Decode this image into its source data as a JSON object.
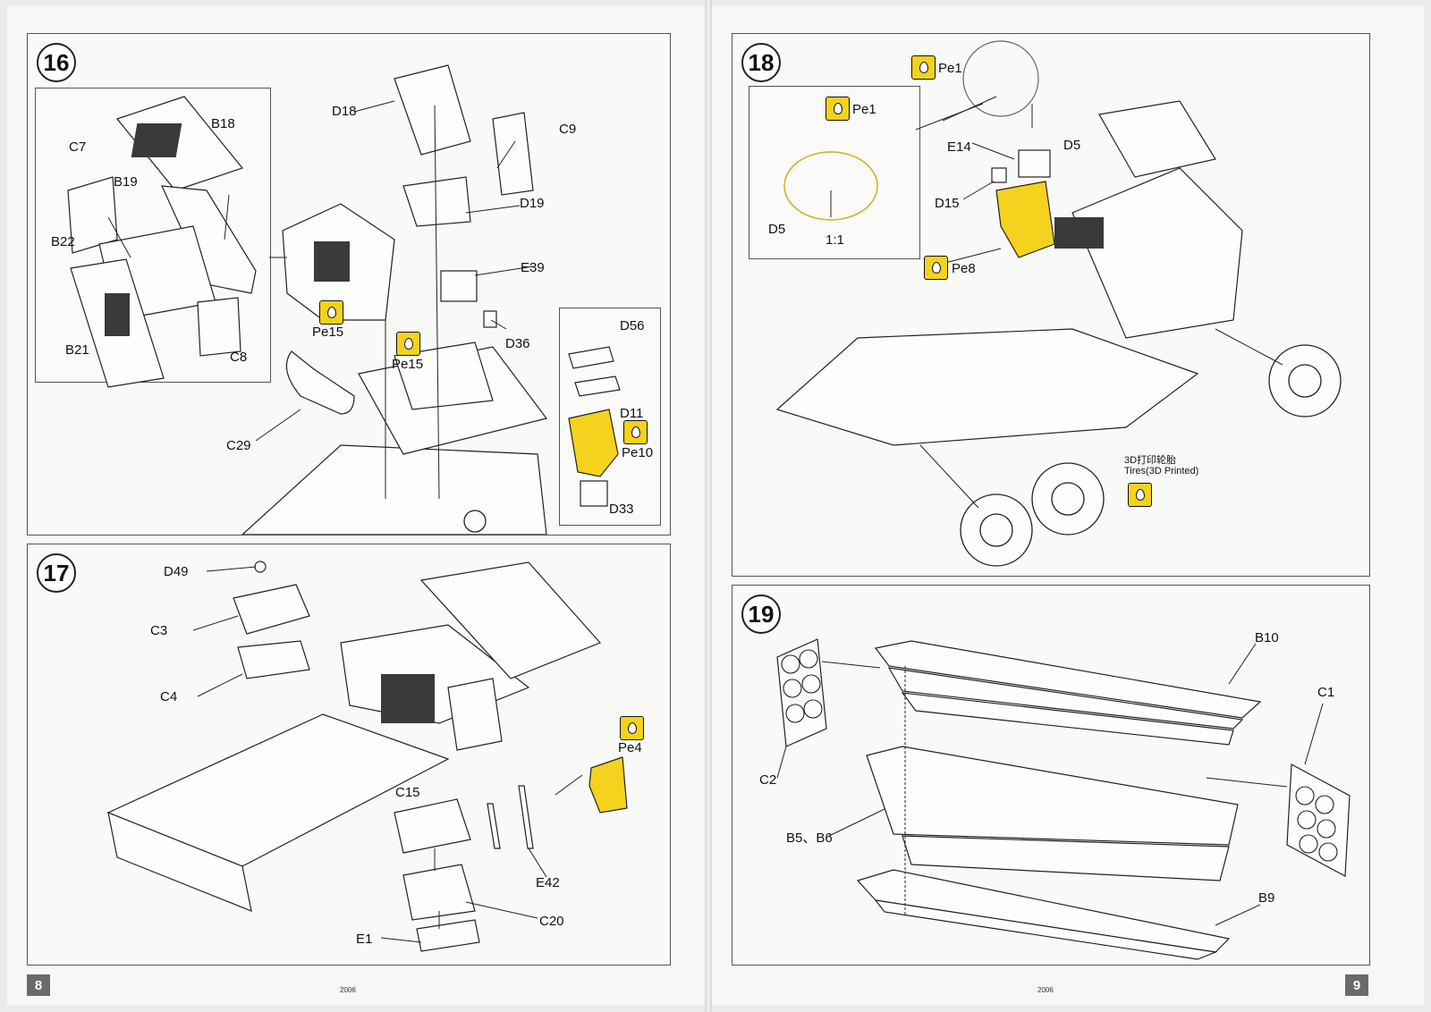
{
  "left_page": {
    "page_number": "8",
    "code": "2006",
    "steps": [
      {
        "number": "16",
        "labels": [
          "B18",
          "C7",
          "B19",
          "B22",
          "B21",
          "C8",
          "D18",
          "C9",
          "D19",
          "E39",
          "D36",
          "Pe15",
          "Pe15",
          "C29",
          "D56",
          "D11",
          "Pe10",
          "D33"
        ]
      },
      {
        "number": "17",
        "labels": [
          "D49",
          "C3",
          "C4",
          "Pe4",
          "C15",
          "E42",
          "C20",
          "E1"
        ]
      }
    ]
  },
  "right_page": {
    "page_number": "9",
    "code": "2006",
    "steps": [
      {
        "number": "18",
        "labels": [
          "Pe1",
          "Pe1",
          "D5",
          "1:1",
          "E14",
          "D5",
          "D15",
          "Pe8"
        ],
        "tires_cn": "3D打印轮胎",
        "tires_en": "Tires(3D Printed)"
      },
      {
        "number": "19",
        "labels": [
          "B10",
          "C1",
          "C2",
          "B5、B6",
          "B9"
        ]
      }
    ]
  },
  "colors": {
    "photo_etch": "#f4d21d",
    "page": "#f7f7f5",
    "line": "#222222"
  },
  "icons": {
    "photo_etch": "photo-etch-icon"
  }
}
